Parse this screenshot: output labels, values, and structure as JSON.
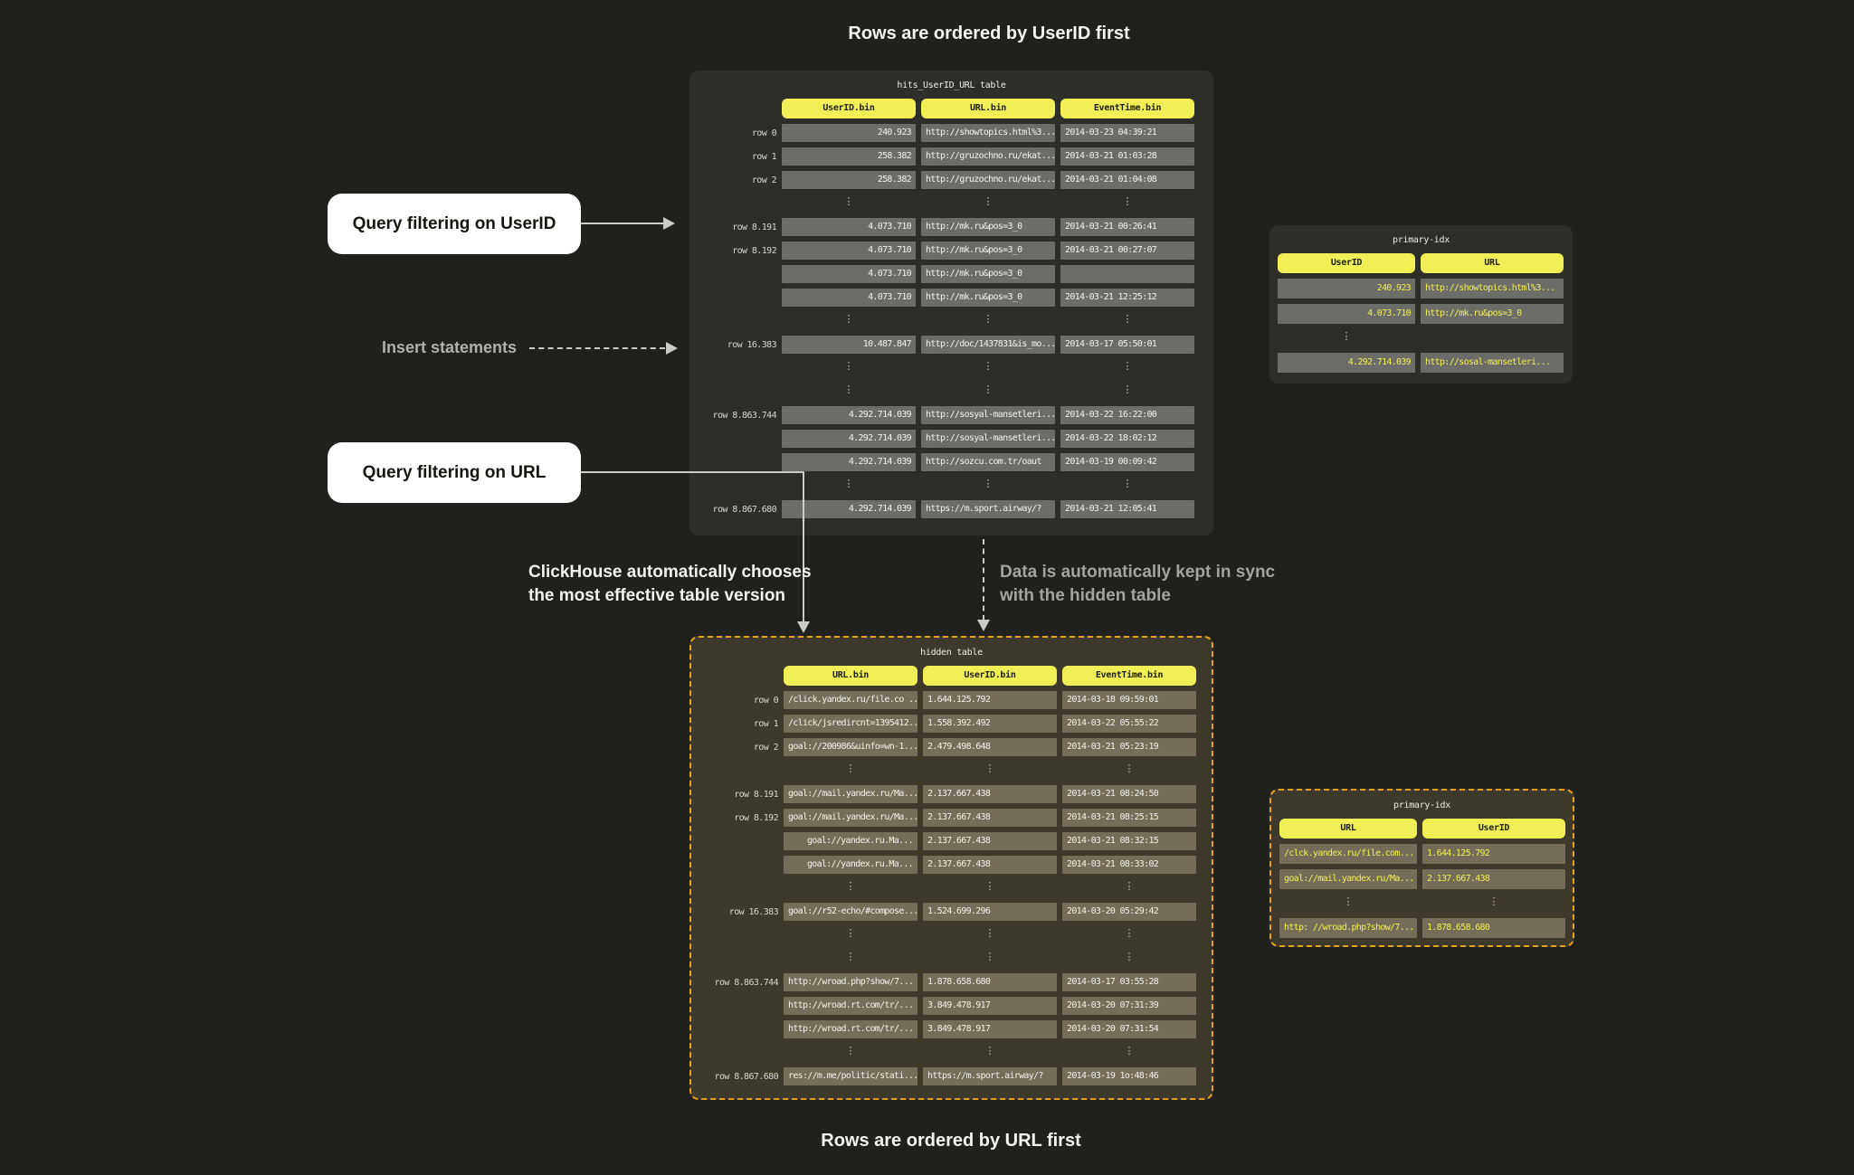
{
  "titles": {
    "top": "Rows are ordered by UserID first",
    "bottom": "Rows are ordered by URL first"
  },
  "labels": {
    "query_userid": "Query filtering on UserID",
    "query_url": "Query filtering on URL",
    "insert": "Insert statements",
    "chooses": [
      "ClickHouse automatically chooses",
      "the most effective table version"
    ],
    "sync": [
      "Data is automatically kept in sync",
      "with the hidden table"
    ]
  },
  "colors": {
    "background": "#20201c",
    "panel": "#2e2e29",
    "hidden_panel": "#3e3a2b",
    "hidden_border": "#e2a219",
    "cell": "#6c6c69",
    "hidden_cell": "#746d58",
    "accent_yellow": "#f2ef56",
    "connector_line": "#cbcbc7",
    "text_white": "#f2f2ee",
    "text_gray": "#a3a39f"
  },
  "main_table": {
    "title": "hits_UserID_URL table",
    "headers": [
      "UserID.bin",
      "URL.bin",
      "EventTime.bin"
    ],
    "aligns": [
      "right",
      "left",
      "left"
    ],
    "rows": [
      {
        "label": "row 0",
        "cells": [
          "240.923",
          "http://showtopics.html%3...",
          "2014-03-23 04:39:21"
        ]
      },
      {
        "label": "row 1",
        "cells": [
          "258.382",
          "http://gruzochno.ru/ekat...",
          "2014-03-21 01:03:28"
        ]
      },
      {
        "label": "row 2",
        "cells": [
          "258.382",
          "http://gruzochno.ru/ekat...",
          "2014-03-21 01:04:08"
        ]
      },
      {
        "ellipsis": [
          true,
          true,
          true
        ]
      },
      {
        "label": "row 8.191",
        "cells": [
          "4.073.710",
          "http://mk.ru&pos=3_0",
          "2014-03-21 00:26:41"
        ]
      },
      {
        "label": "row 8.192",
        "cells": [
          "4.073.710",
          "http://mk.ru&pos=3_0",
          "2014-03-21 00:27:07"
        ]
      },
      {
        "label": "",
        "cells": [
          "4.073.710",
          "http://mk.ru&pos=3_0",
          ""
        ]
      },
      {
        "label": "",
        "cells": [
          "4.073.710",
          "http://mk.ru&pos=3_0",
          "2014-03-21 12:25:12"
        ]
      },
      {
        "ellipsis": [
          true,
          true,
          true
        ]
      },
      {
        "label": "row 16.383",
        "cells": [
          "10.487.847",
          "http://doc/1437831&is_mo...",
          "2014-03-17 05:50:01"
        ]
      },
      {
        "ellipsis": [
          true,
          true,
          true
        ]
      },
      {
        "ellipsis": [
          true,
          true,
          true
        ]
      },
      {
        "label": "row 8.863.744",
        "cells": [
          "4.292.714.039",
          "http://sosyal-mansetleri...",
          "2014-03-22 16:22:00"
        ]
      },
      {
        "label": "",
        "cells": [
          "4.292.714.039",
          "http://sosyal-mansetleri...",
          "2014-03-22 18:02:12"
        ]
      },
      {
        "label": "",
        "cells": [
          "4.292.714.039",
          "http://sozcu.com.tr/oaut",
          "2014-03-19 00:09:42"
        ]
      },
      {
        "ellipsis": [
          true,
          true,
          true
        ]
      },
      {
        "label": "row 8.867.680",
        "cells": [
          "4.292.714.039",
          "https://m.sport.airway/?",
          "2014-03-21 12:05:41"
        ]
      }
    ]
  },
  "main_index": {
    "title": "primary-idx",
    "headers": [
      "UserID",
      "URL"
    ],
    "aligns": [
      "right",
      "left"
    ],
    "rows": [
      {
        "cells": [
          "240.923",
          "http://showtopics.html%3..."
        ]
      },
      {
        "cells": [
          "4.073.710",
          "http://mk.ru&pos=3_0"
        ]
      },
      {
        "ellipsis": [
          true,
          false
        ]
      },
      {
        "cells": [
          "4.292.714.039",
          "http://sosal-mansetleri..."
        ]
      }
    ]
  },
  "hidden_table": {
    "title": "hidden table",
    "headers": [
      "URL.bin",
      "UserID.bin",
      "EventTime.bin"
    ],
    "aligns": [
      "right",
      "left",
      "left"
    ],
    "rows": [
      {
        "label": "row 0",
        "cells": [
          "/click.yandex.ru/file.co ...",
          "1.644.125.792",
          "2014-03-18 09:59:01"
        ]
      },
      {
        "label": "row 1",
        "cells": [
          "/click/jsredircnt=1395412...",
          "1.558.392.492",
          "2014-03-22 05:55:22"
        ]
      },
      {
        "label": "row 2",
        "cells": [
          "goal://200986&uinfo=wn-1...",
          "2.479.498.648",
          "2014-03-21 05:23:19"
        ]
      },
      {
        "ellipsis": [
          true,
          true,
          true
        ]
      },
      {
        "label": "row 8.191",
        "cells": [
          "goal://mail.yandex.ru/Ma...",
          "2.137.667.438",
          "2014-03-21 08:24:50"
        ]
      },
      {
        "label": "row 8.192",
        "cells": [
          "goal://mail.yandex.ru/Ma...",
          "2.137.667.438",
          "2014-03-21 08:25:15"
        ]
      },
      {
        "label": "",
        "cells": [
          "goal://yandex.ru.Ma...",
          "2.137.667.438",
          "2014-03-21 08:32:15"
        ]
      },
      {
        "label": "",
        "cells": [
          "goal://yandex.ru.Ma...",
          "2.137.667.438",
          "2014-03-21 08:33:02"
        ]
      },
      {
        "ellipsis": [
          true,
          true,
          true
        ]
      },
      {
        "label": "row 16.383",
        "cells": [
          "goal://r52-echo/#compose...",
          "1.524.699.296",
          "2014-03-20 05:29:42"
        ]
      },
      {
        "ellipsis": [
          true,
          true,
          true
        ]
      },
      {
        "ellipsis": [
          true,
          true,
          true
        ]
      },
      {
        "label": "row 8.863.744",
        "cells": [
          "http://wroad.php?show/7...",
          "1.878.658.680",
          "2014-03-17 03:55:28"
        ]
      },
      {
        "label": "",
        "cells": [
          "http://wroad.rt.com/tr/...",
          "3.849.478.917",
          "2014-03-20 07:31:39"
        ]
      },
      {
        "label": "",
        "cells": [
          "http://wroad.rt.com/tr/...",
          "3.849.478.917",
          "2014-03-20 07:31:54"
        ]
      },
      {
        "ellipsis": [
          true,
          true,
          true
        ]
      },
      {
        "label": "row 8.867.680",
        "cells": [
          "res://m.me/politic/stati...",
          "https://m.sport.airway/?",
          "2014-03-19 1o:48:46"
        ]
      }
    ]
  },
  "hidden_index": {
    "title": "primary-idx",
    "headers": [
      "URL",
      "UserID"
    ],
    "aligns": [
      "left",
      "left"
    ],
    "rows": [
      {
        "cells": [
          "/clck.yandex.ru/file.com...",
          "1.644.125.792"
        ]
      },
      {
        "cells": [
          "goal://mail.yandex.ru/Ma...",
          "2.137.667.438"
        ]
      },
      {
        "ellipsis": [
          true,
          true
        ]
      },
      {
        "cells": [
          "http: //wroad.php?show/7...",
          "1.878.658.680"
        ]
      }
    ]
  }
}
